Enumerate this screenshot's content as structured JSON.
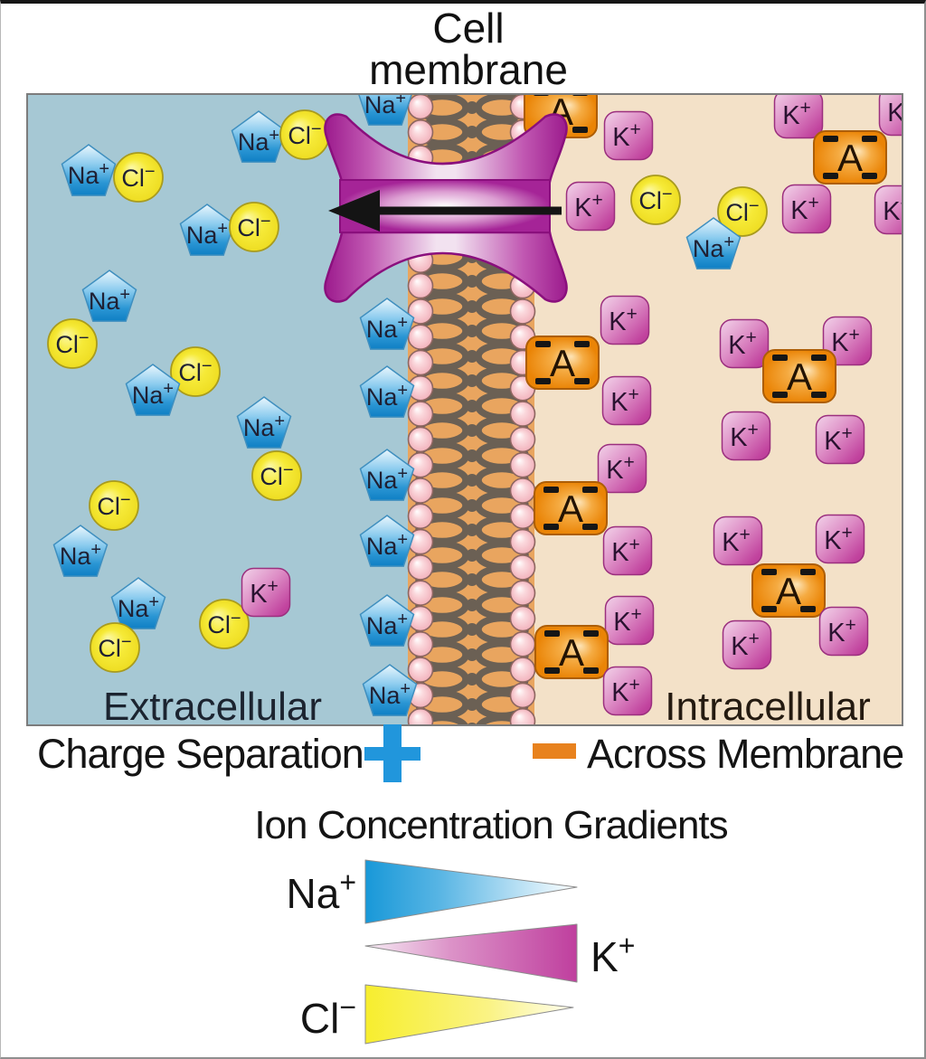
{
  "title": {
    "line1": "Cell",
    "line2": "membrane"
  },
  "regions": {
    "extracellular_label": "Extracellular",
    "intracellular_label": "Intracellular"
  },
  "charge_separation": {
    "left_text": "Charge Separation",
    "plus_symbol": "+",
    "minus_symbol": "−",
    "right_text": "Across Membrane"
  },
  "gradients_section": {
    "heading": "Ion Concentration Gradients",
    "items": [
      {
        "symbol": "Na",
        "charge": "+",
        "label_side": "left",
        "direction": "high-left",
        "color": "#1898d8"
      },
      {
        "symbol": "K",
        "charge": "+",
        "label_side": "right",
        "direction": "high-right",
        "color": "#bf3f9e"
      },
      {
        "symbol": "Cl",
        "charge": "−",
        "label_side": "left",
        "direction": "high-left",
        "color": "#f7ee2e"
      }
    ]
  },
  "ion_types": {
    "na": {
      "symbol": "Na",
      "charge": "+",
      "shape": "pentagon",
      "color": "#2b96d4"
    },
    "cl": {
      "symbol": "Cl",
      "charge": "−",
      "shape": "circle",
      "color": "#f6ea38"
    },
    "k": {
      "symbol": "K",
      "charge": "+",
      "shape": "rounded-square",
      "color": "#c2459f"
    },
    "a": {
      "symbol": "A",
      "charge": "−",
      "shape": "rounded-rect",
      "color": "#f0920f"
    }
  },
  "colors": {
    "extracellular_bg": "#a6c8d4",
    "intracellular_bg": "#f3e1c8",
    "membrane_core": "#e9a55f",
    "lipid_head": "#f5c3ca",
    "lipid_tail": "#6b6054",
    "channel": "#9c1b8d",
    "arrow": "#141414",
    "plus": "#2196dc",
    "minus": "#e8821e",
    "text": "#141414"
  },
  "diagram": {
    "ions_extracellular": [
      [
        "na",
        67,
        86
      ],
      [
        "cl",
        122,
        91
      ],
      [
        "na",
        255,
        49
      ],
      [
        "cl",
        306,
        44
      ],
      [
        "na",
        198,
        152
      ],
      [
        "cl",
        250,
        146
      ],
      [
        "na",
        90,
        225
      ],
      [
        "cl",
        49,
        275
      ],
      [
        "cl",
        185,
        306
      ],
      [
        "na",
        138,
        329
      ],
      [
        "na",
        261,
        365
      ],
      [
        "cl",
        275,
        421
      ],
      [
        "cl",
        95,
        454
      ],
      [
        "na",
        58,
        507
      ],
      [
        "na",
        122,
        565
      ],
      [
        "cl",
        96,
        611
      ],
      [
        "cl",
        217,
        585
      ],
      [
        "k",
        263,
        550
      ],
      [
        "na",
        395,
        8
      ],
      [
        "na",
        397,
        256
      ],
      [
        "na",
        397,
        331
      ],
      [
        "na",
        397,
        423
      ],
      [
        "na",
        397,
        496
      ],
      [
        "na",
        397,
        584
      ],
      [
        "na",
        400,
        661
      ]
    ],
    "ions_intracellular": [
      [
        "a",
        589,
        18
      ],
      [
        "k",
        664,
        45
      ],
      [
        "k",
        852,
        21
      ],
      [
        "k",
        968,
        18
      ],
      [
        "a",
        909,
        69
      ],
      [
        "k",
        622,
        123
      ],
      [
        "cl",
        694,
        116
      ],
      [
        "cl",
        790,
        129
      ],
      [
        "na",
        758,
        167
      ],
      [
        "k",
        861,
        126
      ],
      [
        "k",
        963,
        127
      ],
      [
        "k",
        660,
        249
      ],
      [
        "a",
        591,
        296
      ],
      [
        "k",
        662,
        338
      ],
      [
        "k",
        792,
        275
      ],
      [
        "k",
        906,
        272
      ],
      [
        "a",
        853,
        311
      ],
      [
        "k",
        794,
        377
      ],
      [
        "k",
        898,
        381
      ],
      [
        "k",
        657,
        413
      ],
      [
        "a",
        600,
        457
      ],
      [
        "k",
        663,
        504
      ],
      [
        "k",
        785,
        493
      ],
      [
        "k",
        898,
        491
      ],
      [
        "a",
        841,
        548
      ],
      [
        "k",
        795,
        608
      ],
      [
        "k",
        902,
        593
      ],
      [
        "k",
        665,
        581
      ],
      [
        "a",
        601,
        616
      ],
      [
        "k",
        663,
        659
      ]
    ]
  }
}
